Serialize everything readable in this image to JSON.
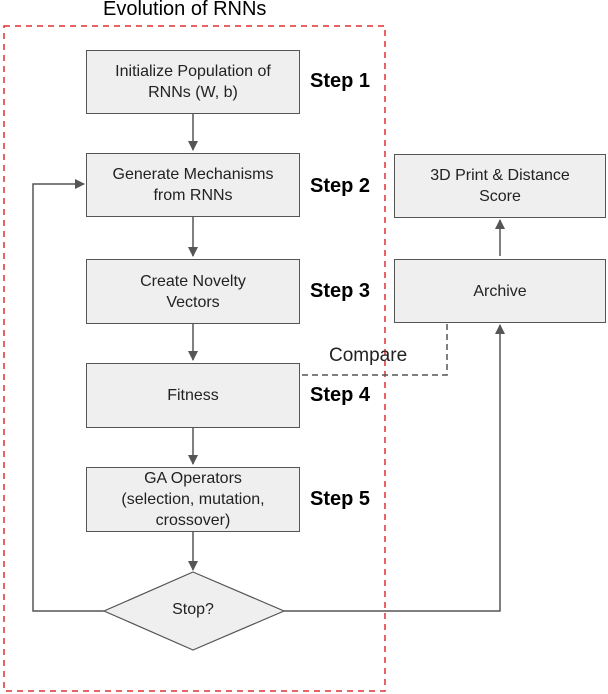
{
  "title": "Evolution of RNNs",
  "nodes": {
    "init": "Initialize Population of\nRNNs (W, b)",
    "generate": "Generate Mechanisms\nfrom RNNs",
    "novelty": "Create Novelty\nVectors",
    "fitness": "Fitness",
    "ga": "GA Operators\n(selection, mutation,\ncrossover)",
    "stop": "Stop?",
    "print": "3D Print & Distance\nScore",
    "archive": "Archive"
  },
  "steps": [
    "Step 1",
    "Step 2",
    "Step 3",
    "Step 4",
    "Step 5"
  ],
  "edge_labels": {
    "compare": "Compare"
  },
  "colors": {
    "box_fill": "#efefef",
    "box_border": "#555555",
    "arrow": "#555555",
    "group_border": "#e03030"
  }
}
